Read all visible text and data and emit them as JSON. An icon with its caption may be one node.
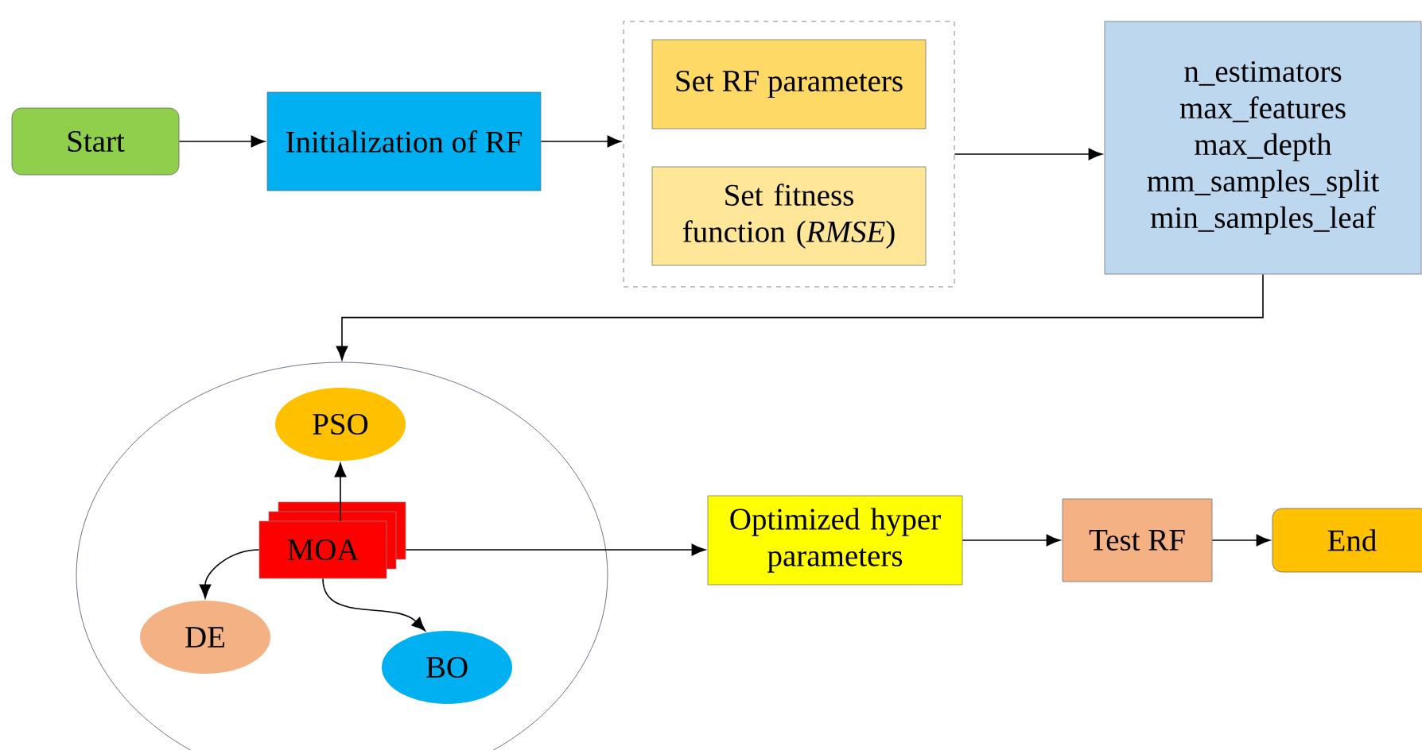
{
  "diagram": {
    "nodes": [
      {
        "text": [
          "Start"
        ]
      },
      {
        "text": [
          "Initialization of RF"
        ]
      },
      {
        "text": [],
        "shape": "box"
      },
      {
        "text": [
          "Set RF parameters"
        ],
        "in": 2
      },
      {
        "text": [
          "Set fitness function (*RMSE*)"
        ],
        "in": 2
      },
      {
        "text": [
          "n_estimators",
          "max_features",
          "max_depth",
          "mm_samples_split",
          "min_samples_leaf"
        ]
      },
      {
        "text": [],
        "shape": "ellipse"
      },
      {
        "text": [
          "PSO"
        ],
        "in": 6
      },
      {
        "text": [
          "MOA"
        ],
        "in": 6
      },
      {
        "text": [
          "DE"
        ],
        "in": 6
      },
      {
        "text": [
          "BO"
        ],
        "in": 6
      },
      {
        "text": [
          "Optimized hyper parameters"
        ]
      },
      {
        "text": [
          "Test RF"
        ]
      },
      {
        "text": [
          "End"
        ]
      }
    ],
    "edges": [
      {
        "from": 0,
        "to": 1,
        "arrow": "to"
      },
      {
        "from": 1,
        "to": 2,
        "arrow": "to"
      },
      {
        "from": 2,
        "to": 5,
        "arrow": "to"
      },
      {
        "from": 5,
        "to": 6,
        "arrow": "to"
      },
      {
        "from": 8,
        "to": 7,
        "arrow": "to"
      },
      {
        "from": 8,
        "to": 9,
        "arrow": "to"
      },
      {
        "from": 8,
        "to": 10,
        "arrow": "to"
      },
      {
        "from": 8,
        "to": 11,
        "arrow": "to"
      },
      {
        "from": 11,
        "to": 12,
        "arrow": "to"
      },
      {
        "from": 12,
        "to": 13,
        "arrow": "to"
      }
    ]
  }
}
